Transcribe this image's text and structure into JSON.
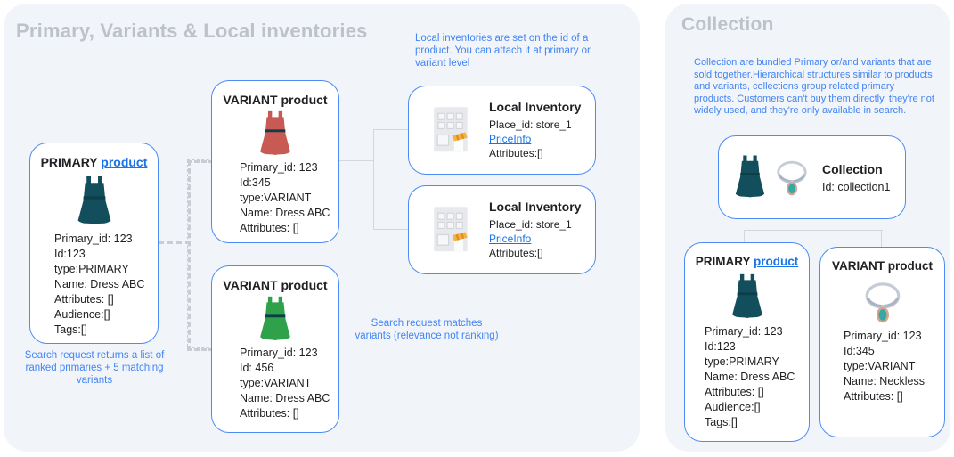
{
  "colors": {
    "panel_bg": "#f1f4f9",
    "card_border": "#4c8bf5",
    "note_blue": "#4285f4",
    "link_blue": "#1a73e8",
    "title_gray": "#bdc2c9",
    "body_text": "#202124",
    "connector_gray": "#d4d7db",
    "dress_teal": "#134e5c",
    "dress_red": "#c75b53",
    "dress_green": "#2fa14b",
    "awning_orange": "#f6b33e"
  },
  "left_panel": {
    "title": "Primary, Variants & Local inventories",
    "notes": {
      "local_inventories": "Local inventories are set on the id of a product. You can attach it at primary or variant level",
      "search_primaries": "Search request returns a list of ranked primaries + 5 matching variants",
      "search_variants": "Search request matches variants (relevance not ranking)"
    },
    "primary_card": {
      "title_type": "PRIMARY",
      "title_link": "product",
      "icon": "teal-dress-icon",
      "lines": [
        "Primary_id: 123",
        "Id:123",
        "type:PRIMARY",
        "Name: Dress ABC",
        "Attributes: []",
        "Audience:[]",
        "Tags:[]"
      ]
    },
    "variant_card_top": {
      "title": "VARIANT product",
      "icon": "red-dress-icon",
      "lines": [
        "Primary_id: 123",
        "Id:345",
        "type:VARIANT",
        "Name: Dress ABC",
        "Attributes: []"
      ]
    },
    "variant_card_bottom": {
      "title": "VARIANT product",
      "icon": "green-dress-icon",
      "lines": [
        "Primary_id: 123",
        "Id: 456",
        "type:VARIANT",
        "Name: Dress ABC",
        "Attributes: []"
      ]
    },
    "local_inventory_top": {
      "title": "Local Inventory",
      "icon": "store-icon",
      "place_line": "Place_id: store_1",
      "price_link": "PriceInfo",
      "attributes_line": "Attributes:[]"
    },
    "local_inventory_bottom": {
      "title": "Local Inventory",
      "icon": "store-icon",
      "place_line": "Place_id: store_1",
      "price_link": "PriceInfo",
      "attributes_line": "Attributes:[]"
    }
  },
  "right_panel": {
    "title": "Collection",
    "description": "Collection are bundled Primary or/and variants that are sold together.Hierarchical structures similar to products and variants, collections group related primary products. Customers can't buy them directly, they're not widely used, and they're only available in search.",
    "collection_card": {
      "title": "Collection",
      "icons": [
        "teal-dress-icon",
        "necklace-icon"
      ],
      "id_line": "Id: collection1"
    },
    "primary_card": {
      "title_type": "PRIMARY",
      "title_link": "product",
      "icon": "teal-dress-icon",
      "lines": [
        "Primary_id: 123",
        "Id:123",
        "type:PRIMARY",
        "Name: Dress ABC",
        "Attributes: []",
        "Audience:[]",
        "Tags:[]"
      ]
    },
    "variant_card": {
      "title": "VARIANT product",
      "icon": "necklace-icon",
      "lines": [
        "Primary_id: 123",
        "Id:345",
        "type:VARIANT",
        "Name: Neckless",
        "Attributes: []"
      ]
    }
  }
}
